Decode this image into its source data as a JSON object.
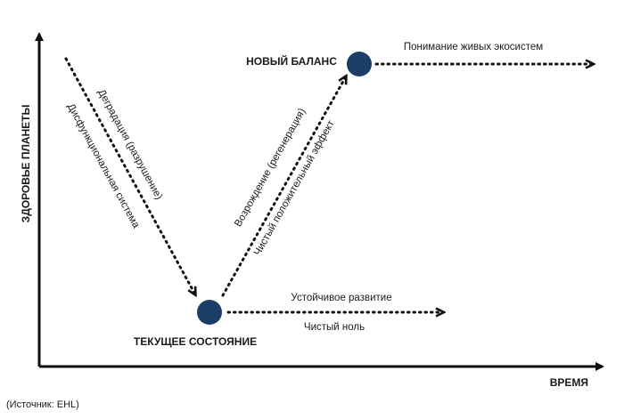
{
  "diagram": {
    "y_axis_label": "ЗДОРОВЬЕ ПЛАНЕТЫ",
    "x_axis_label": "ВРЕМЯ",
    "nodes": {
      "current": "ТЕКУЩЕЕ СОСТОЯНИЕ",
      "new_balance": "НОВЫЙ БАЛАНС"
    },
    "arrows": {
      "degradation_label_1": "Деградация (разрушение)",
      "degradation_label_2": "Дисфункциональная система",
      "regeneration_label_1": "Возрождение (регенерация)",
      "regeneration_label_2": "Чистый положительный эффект",
      "sustainable_label_1": "Устойчивое развитие",
      "sustainable_label_2": "Чистый ноль",
      "living_ecosystems_label": "Понимание живых экосистем"
    },
    "source": "(Источник: EHL)",
    "colors": {
      "node_fill": "#1b3d68",
      "line": "#111111",
      "text": "#1a1a1a"
    }
  }
}
